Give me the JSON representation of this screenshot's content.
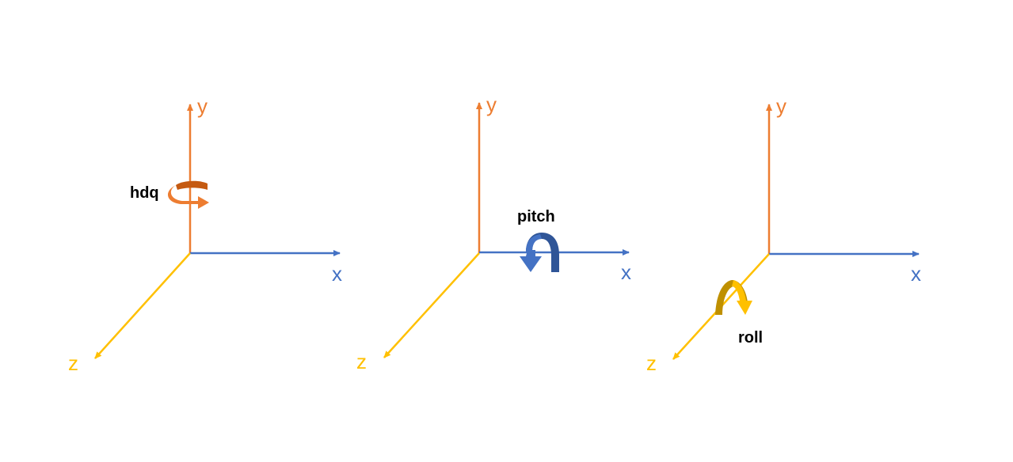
{
  "colors": {
    "x_axis": "#4472C4",
    "y_axis": "#ED7D31",
    "z_axis": "#FFC000",
    "yaw_arrow": "#ED7D31",
    "yaw_arrow_dark": "#C55A11",
    "pitch_arrow": "#4472C4",
    "pitch_arrow_dark": "#2F5597",
    "roll_arrow": "#FFC000",
    "roll_arrow_dark": "#BF9000",
    "label": "#000000",
    "background": "#FFFFFF"
  },
  "panels": [
    {
      "x_label": "x",
      "y_label": "y",
      "z_label": "z",
      "rotation": {
        "label": "hdq",
        "axis": "y",
        "icon": "yaw-rotation-arrow-icon"
      }
    },
    {
      "x_label": "x",
      "y_label": "y",
      "z_label": "z",
      "rotation": {
        "label": "pitch",
        "axis": "x",
        "icon": "pitch-rotation-arrow-icon"
      }
    },
    {
      "x_label": "x",
      "y_label": "y",
      "z_label": "z",
      "rotation": {
        "label": "roll",
        "axis": "z",
        "icon": "roll-rotation-arrow-icon"
      }
    }
  ]
}
